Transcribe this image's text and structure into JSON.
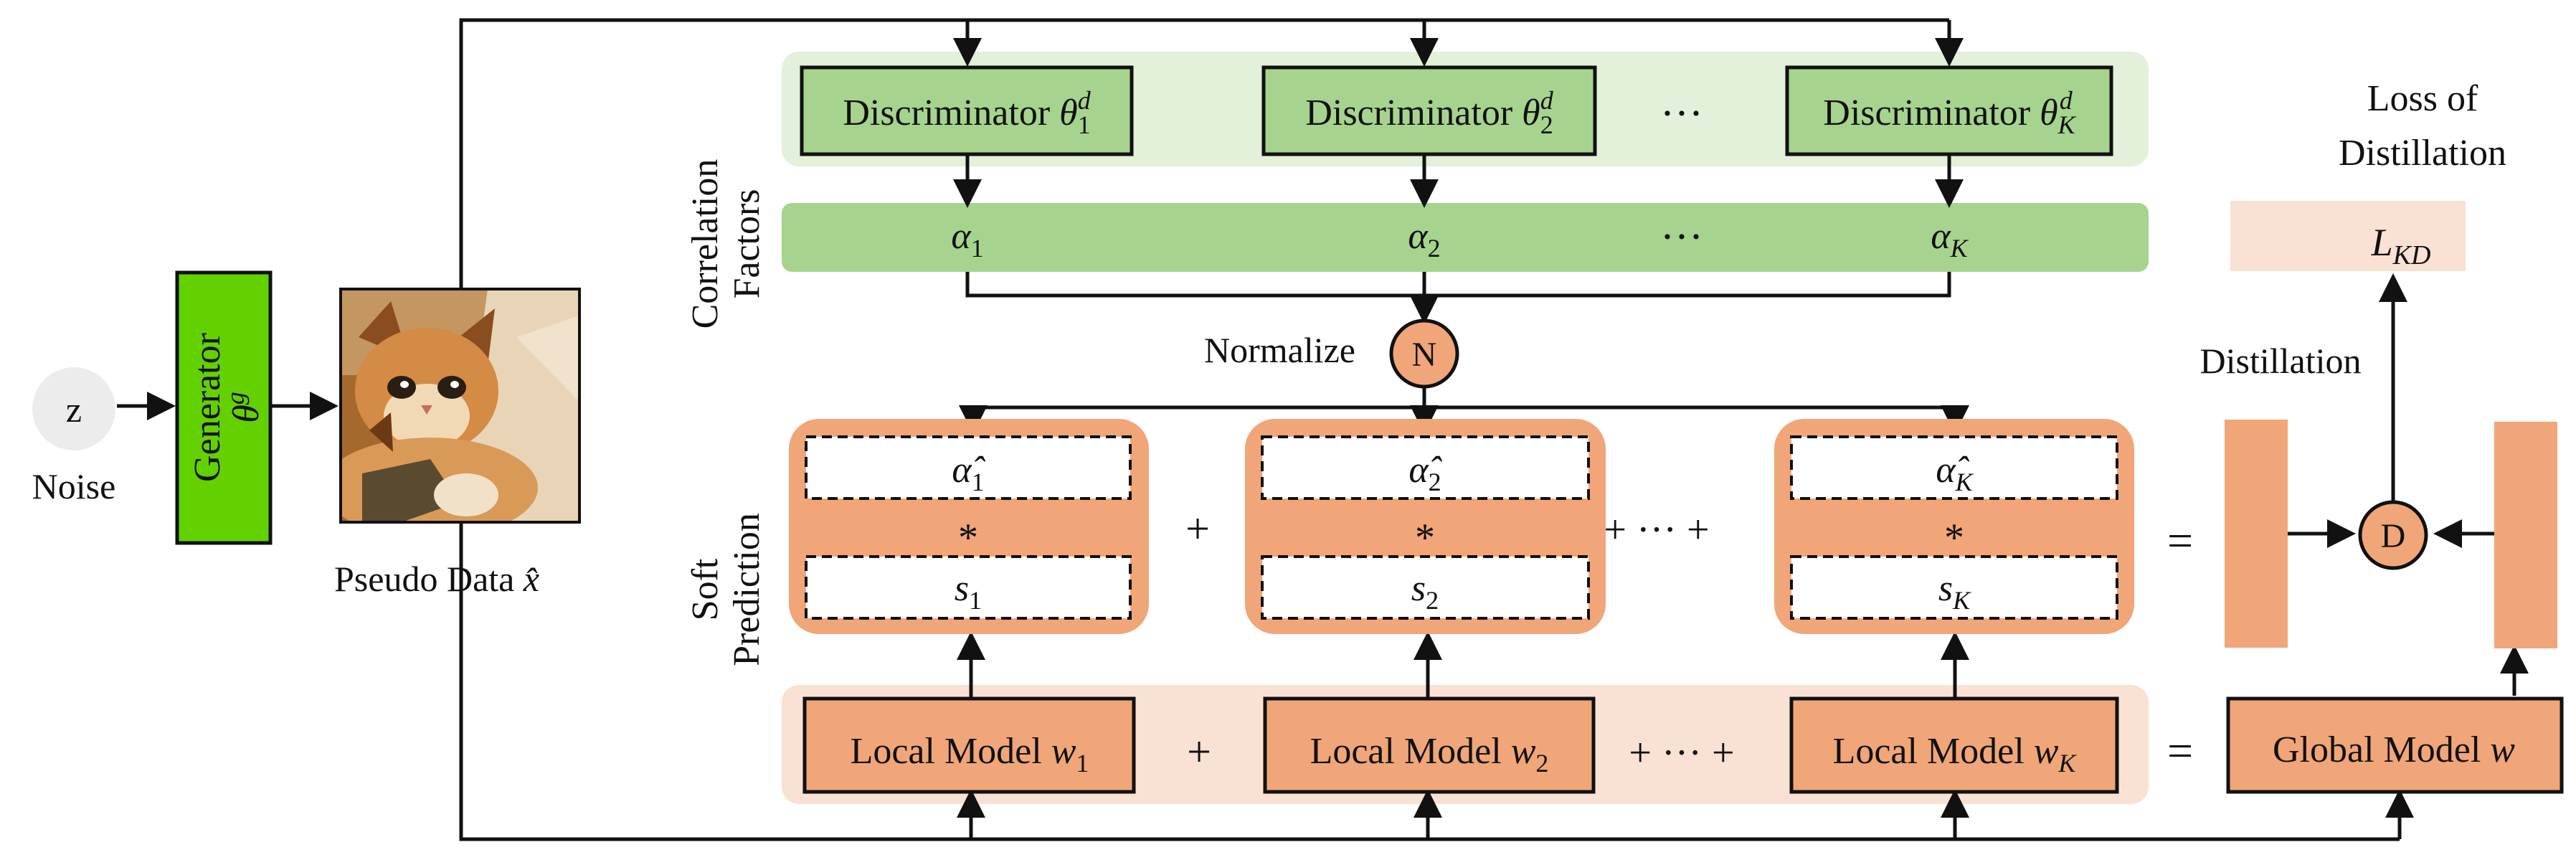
{
  "noise": {
    "symbol": "z",
    "label": "Noise"
  },
  "generator": {
    "label": "Generator",
    "param": "θ^g"
  },
  "pseudo_data": {
    "label": "Pseudo Data x̂"
  },
  "discriminators": [
    "Discriminator θ1^d",
    "Discriminator θ2^d",
    "Discriminator θK^d"
  ],
  "ellipsis": "···",
  "correlation": {
    "label_line1": "Correlation",
    "label_line2": "Factors",
    "alphas": [
      "α1",
      "α2",
      "αK"
    ]
  },
  "normalize": {
    "label": "Normalize",
    "node": "N"
  },
  "soft_prediction": {
    "label_line1": "Soft",
    "label_line2": "Prediction",
    "alpha_hats": [
      "α̂1",
      "α̂2",
      "α̂K"
    ],
    "star": "*",
    "scores": [
      "s1",
      "s2",
      "sK"
    ]
  },
  "operators": {
    "plus": "+",
    "equals": "="
  },
  "local_models": [
    "Local Model w1",
    "Local Model w2",
    "Local Model wK"
  ],
  "global_model": "Global Model w",
  "distillation": {
    "label": "Distillation",
    "node": "D"
  },
  "loss": {
    "title_line1": "Loss of",
    "title_line2": "Distillation",
    "value": "L_KD"
  }
}
